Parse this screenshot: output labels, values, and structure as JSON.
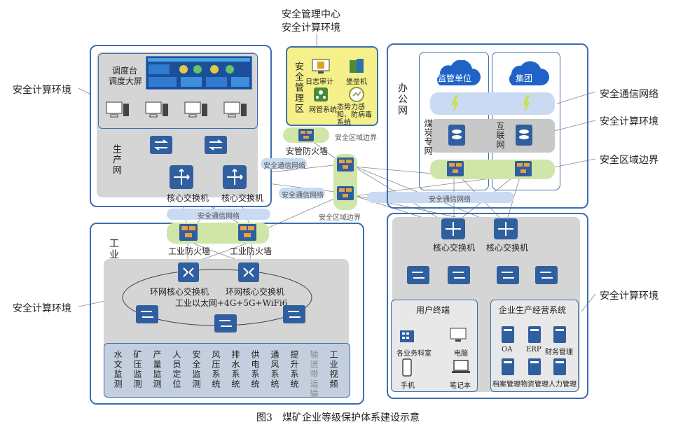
{
  "caption": "图3　煤矿企业等级保护体系建设示意",
  "title_top": [
    "安全管理中心",
    "安全计算环境"
  ],
  "left_labels": {
    "env_top": "安全计算环境",
    "env_bottom": "安全计算环境"
  },
  "right_labels": {
    "comm": "安全通信网络",
    "env": "安全计算环境",
    "zone": "安全区域边界",
    "env_bottom": "安全计算环境"
  },
  "production": {
    "screen_label": [
      "调度台",
      "调度大屏"
    ],
    "net_label": "生产网",
    "core_switch": "核心交换机"
  },
  "mgmt_center": {
    "zone_label": "安全管理区",
    "items": [
      "日志审计",
      "堡垒机",
      "网管系统",
      "态势力感知、防病毒系统"
    ],
    "firewall": "安管防火墙",
    "zone_boundary": "安全区域边界"
  },
  "middle": {
    "comm1": "安全通信网络",
    "comm2": "安全通信网络",
    "comm3": "安全通信网络",
    "comm4": "安全通信网络",
    "zone_boundary": "安全区域边界"
  },
  "office": {
    "net_label": "办公网",
    "regulator": "监管单位",
    "group": "集团",
    "coal_net": "煤炭专网",
    "internet": "互联网",
    "core_switch": "核心交换机",
    "terminals": {
      "title": "用户终端",
      "items": [
        "各业务科室",
        "电脑",
        "手机",
        "笔记本"
      ]
    },
    "business": {
      "title": "企业生产经营系统",
      "items": [
        "OA",
        "ERP",
        "财务管理",
        "档案管理",
        "物资管理",
        "人力管理"
      ]
    }
  },
  "industrial": {
    "net_label": "工业网",
    "firewall": "工业防火墙",
    "ring_switch": "环网核心交换机",
    "ethernet": "工业以太网+4G+5G+WiFi6",
    "systems": [
      "水文监测",
      "矿压监测",
      "产量监测",
      "人员定位",
      "安全监测",
      "风压系统",
      "排水系统",
      "供电系统",
      "通风系统",
      "提升系统",
      "输送带运输",
      "工业视频"
    ]
  },
  "colors": {
    "outline": "#3c6fb0",
    "device": "#2f5f9e",
    "gray": "#d5d5d5",
    "yellow": "#f5f08a",
    "green": "#cfe6a8",
    "lightblue": "#c9daf2",
    "cloud": "#1f63c8"
  }
}
